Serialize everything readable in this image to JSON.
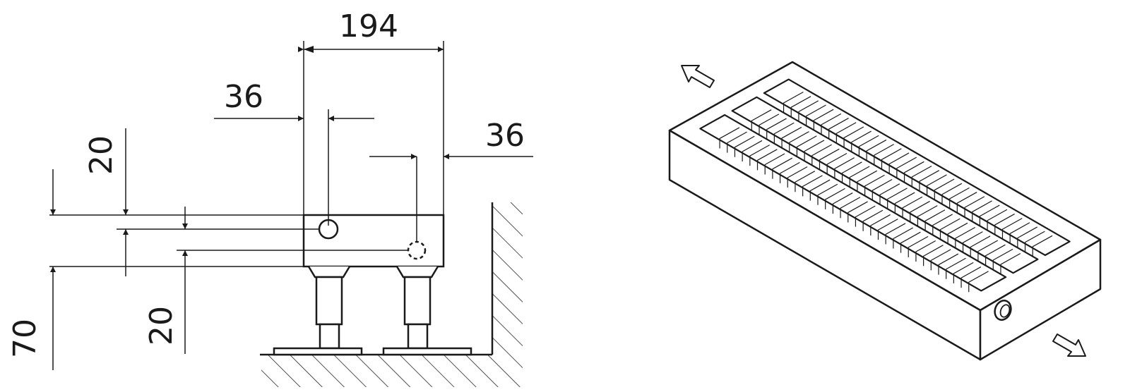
{
  "colors": {
    "stroke": "#1a1a1a",
    "background": "#ffffff"
  },
  "dimensions": {
    "width_total": "194",
    "offset_left_pipe": "36",
    "offset_right_pipe": "36",
    "pipe_top_offset": "20",
    "pipe_spacing": "20",
    "height_total": "70"
  },
  "isometric_view": {
    "grille_slots": 3,
    "fins_per_slot": 34,
    "arrows": [
      "air-outlet-arrow",
      "air-inlet-arrow"
    ]
  }
}
